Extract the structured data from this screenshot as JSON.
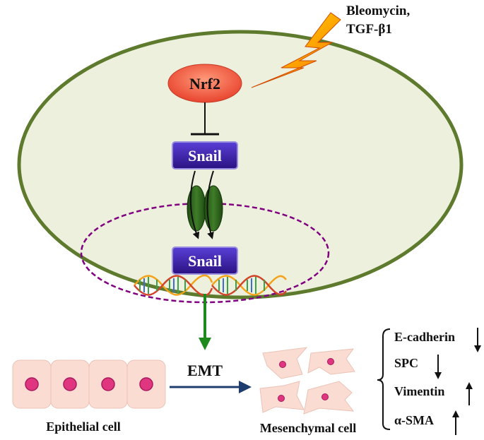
{
  "stimulus": {
    "line1": "Bleomycin,",
    "line2": "TGF-β1"
  },
  "nrf2": {
    "label": "Nrf2"
  },
  "snail_cytoplasm": {
    "label": "Snail"
  },
  "snail_nucleus": {
    "label": "Snail"
  },
  "emt": {
    "label": "EMT"
  },
  "epithelial": {
    "label": "Epithelial cell"
  },
  "mesenchymal": {
    "label": "Mesenchymal cell"
  },
  "markers": [
    {
      "name": "E-cadherin",
      "direction": "down"
    },
    {
      "name": "SPC",
      "direction": "down"
    },
    {
      "name": "Vimentin",
      "direction": "up"
    },
    {
      "name": "α-SMA",
      "direction": "up"
    }
  ],
  "colors": {
    "cell_fill": "#eef0de",
    "cell_stroke": "#5d7a2d",
    "nucleus_stroke": "#800080",
    "nrf2_fill": "#f0604a",
    "snail_fill": "#3d1fa8",
    "emt_arrow": "#1f3c6e",
    "green_arrow": "#1e8a1e",
    "epi_fill": "#fadcd3",
    "epi_nucleus": "#e0357f"
  }
}
